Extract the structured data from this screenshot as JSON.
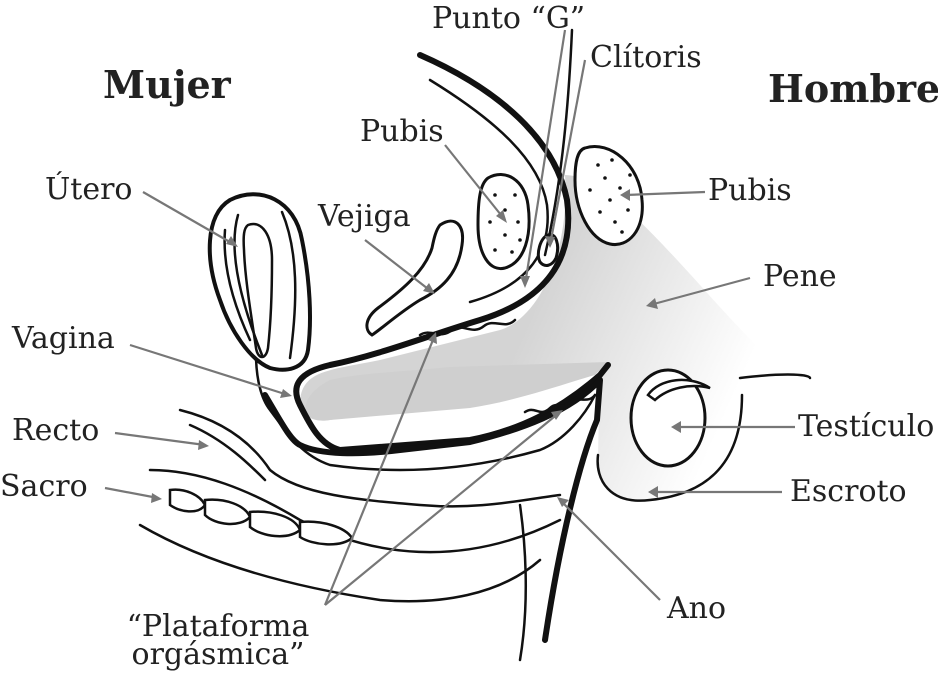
{
  "titles": {
    "woman": "Mujer",
    "man": "Hombre"
  },
  "labels": {
    "punto_g": "Punto “G”",
    "clitoris": "Clítoris",
    "pubis_woman": "Pubis",
    "pubis_man": "Pubis",
    "utero": "Útero",
    "vejiga": "Vejiga",
    "vagina": "Vagina",
    "pene": "Pene",
    "recto": "Recto",
    "testiculo": "Testículo",
    "sacro": "Sacro",
    "escroto": "Escroto",
    "ano": "Ano",
    "plataforma_line1": "“Plataforma",
    "plataforma_line2": "orgásmica”"
  },
  "colors": {
    "penis_fill": "#d4d4d4",
    "outline": "#111111",
    "leader": "#777777"
  }
}
